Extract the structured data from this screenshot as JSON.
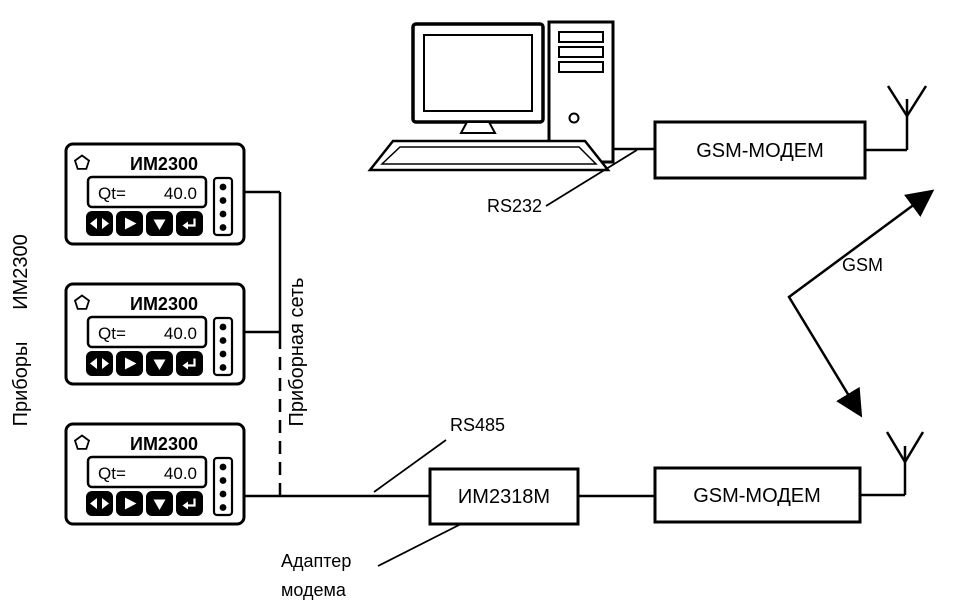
{
  "diagram": {
    "left_label": {
      "part1": "Приборы",
      "part2": "ИМ2300"
    },
    "network_label": "Приборная сеть",
    "devices": [
      {
        "title": "ИМ2300",
        "display_prefix": "Qt=",
        "display_value": "40.0"
      },
      {
        "title": "ИМ2300",
        "display_prefix": "Qt=",
        "display_value": "40.0"
      },
      {
        "title": "ИМ2300",
        "display_prefix": "Qt=",
        "display_value": "40.0"
      }
    ],
    "adapter_box": "ИМ2318М",
    "modem_top": "GSM-МОДЕМ",
    "modem_bottom": "GSM-МОДЕМ",
    "labels": {
      "rs232": "RS232",
      "rs485": "RS485",
      "gsm": "GSM",
      "adapter_line1": "Адаптер",
      "adapter_line2": "модема"
    },
    "colors": {
      "line": "#000000",
      "background": "#ffffff"
    }
  }
}
